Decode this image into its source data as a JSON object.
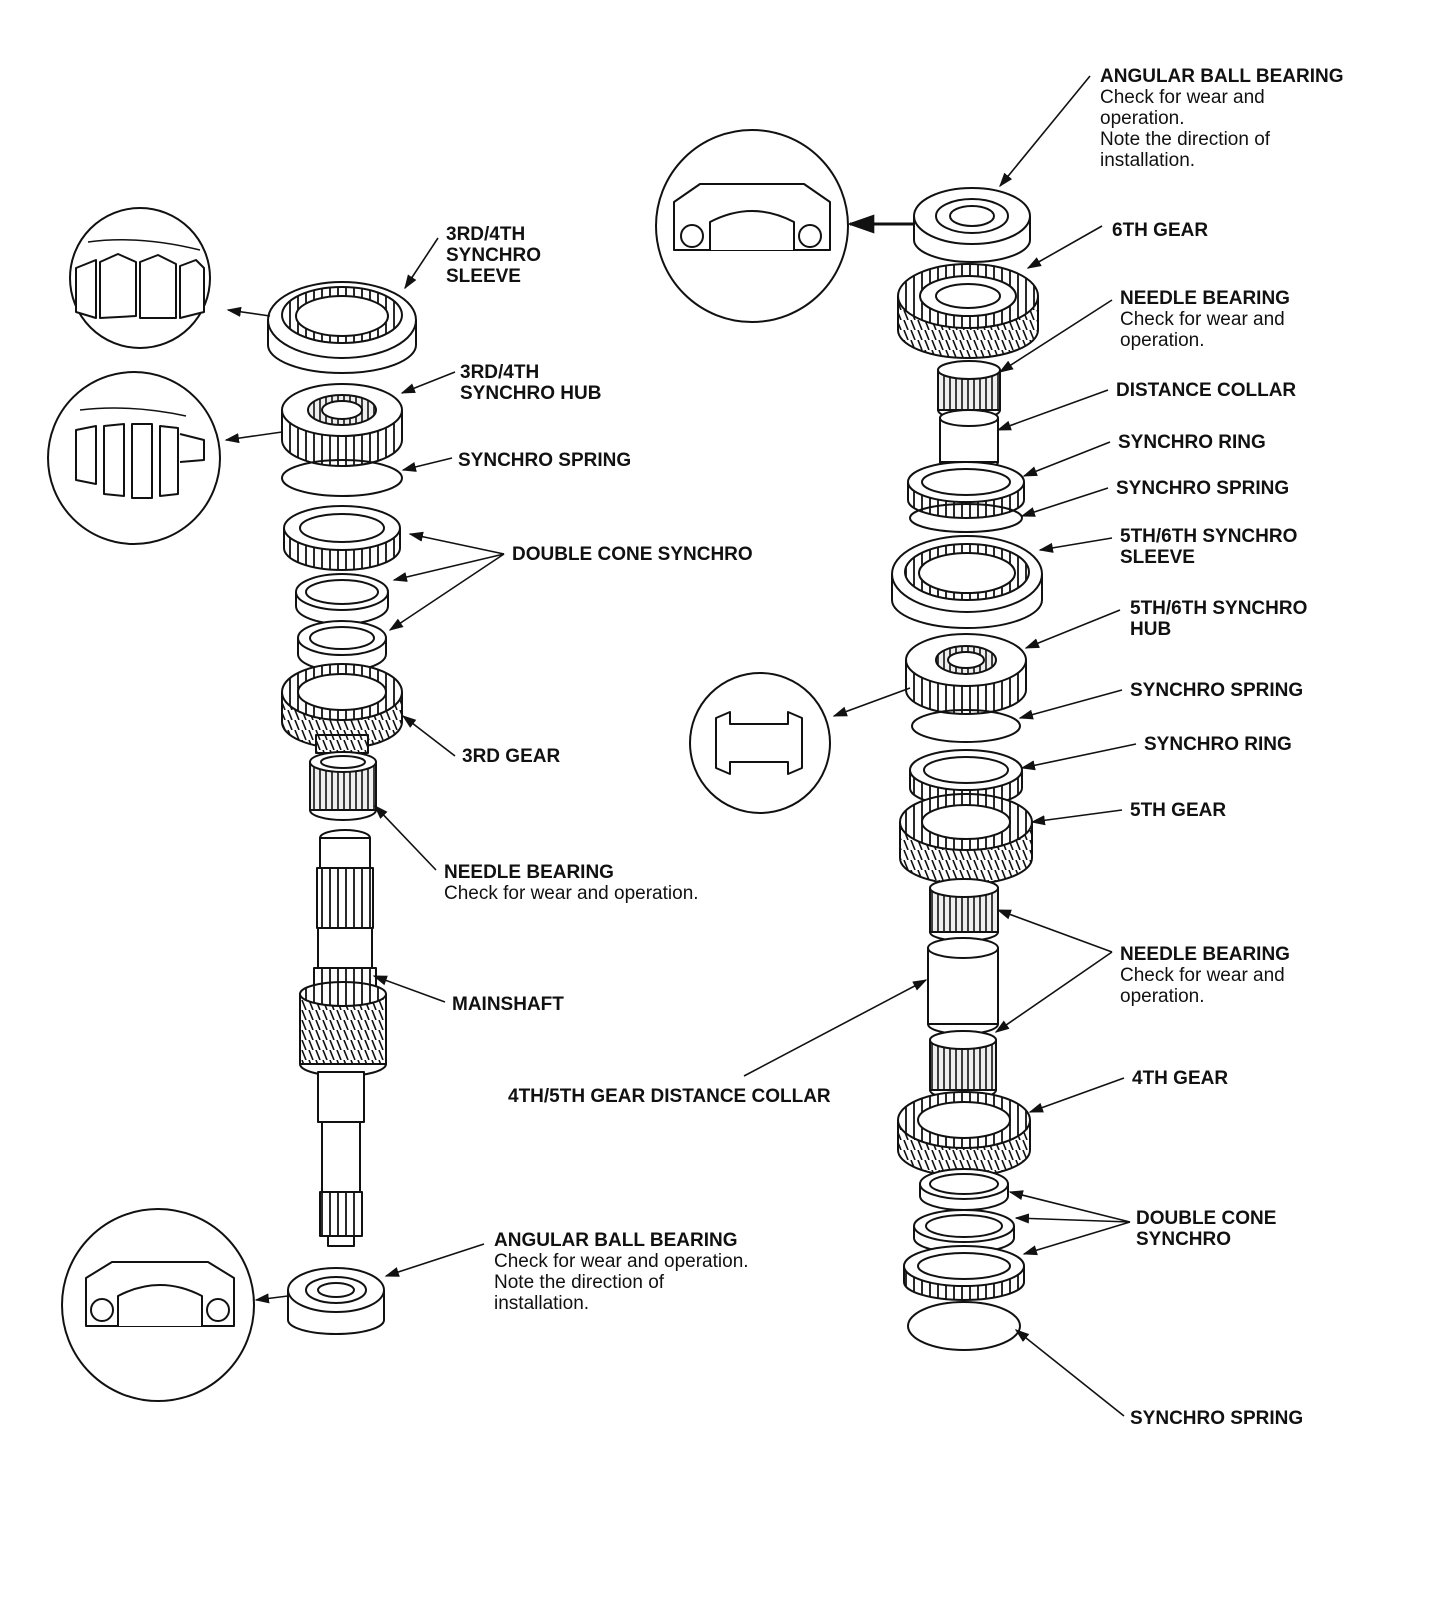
{
  "labels": {
    "l_sleeve34": {
      "title": [
        "3RD/4TH",
        "SYNCHRO",
        "SLEEVE"
      ]
    },
    "l_hub34": {
      "title": [
        "3RD/4TH",
        "SYNCHRO HUB"
      ]
    },
    "l_spring_a": {
      "title": [
        "SYNCHRO SPRING"
      ]
    },
    "l_dcs_a": {
      "title": [
        "DOUBLE CONE SYNCHRO"
      ]
    },
    "l_gear3": {
      "title": [
        "3RD GEAR"
      ]
    },
    "l_needle_a": {
      "title": [
        "NEEDLE BEARING"
      ],
      "note": [
        "Check for wear and operation."
      ]
    },
    "l_mainshaft": {
      "title": [
        "MAINSHAFT"
      ]
    },
    "l_ball_a": {
      "title": [
        "ANGULAR BALL BEARING"
      ],
      "note": [
        "Check for wear and operation.",
        "Note the direction of",
        "installation."
      ]
    },
    "l_ball_b": {
      "title": [
        "ANGULAR BALL BEARING"
      ],
      "note": [
        "Check for wear and",
        "operation.",
        "Note the direction of",
        "installation."
      ]
    },
    "l_gear6": {
      "title": [
        "6TH GEAR"
      ]
    },
    "l_needle_b": {
      "title": [
        "NEEDLE BEARING"
      ],
      "note": [
        "Check for wear and",
        "operation."
      ]
    },
    "l_collar": {
      "title": [
        "DISTANCE COLLAR"
      ]
    },
    "l_ring_a": {
      "title": [
        "SYNCHRO RING"
      ]
    },
    "l_spring_b": {
      "title": [
        "SYNCHRO SPRING"
      ]
    },
    "l_sleeve56": {
      "title": [
        "5TH/6TH SYNCHRO",
        "SLEEVE"
      ]
    },
    "l_hub56": {
      "title": [
        "5TH/6TH SYNCHRO",
        "HUB"
      ]
    },
    "l_spring_c": {
      "title": [
        "SYNCHRO SPRING"
      ]
    },
    "l_ring_b": {
      "title": [
        "SYNCHRO RING"
      ]
    },
    "l_gear5": {
      "title": [
        "5TH GEAR"
      ]
    },
    "l_needle_c": {
      "title": [
        "NEEDLE BEARING"
      ],
      "note": [
        "Check for wear and",
        "operation."
      ]
    },
    "l_collar45": {
      "title": [
        "4TH/5TH GEAR DISTANCE COLLAR"
      ]
    },
    "l_gear4": {
      "title": [
        "4TH GEAR"
      ]
    },
    "l_dcs_b": {
      "title": [
        "DOUBLE CONE",
        "SYNCHRO"
      ]
    },
    "l_spring_d": {
      "title": [
        "SYNCHRO SPRING"
      ]
    }
  }
}
